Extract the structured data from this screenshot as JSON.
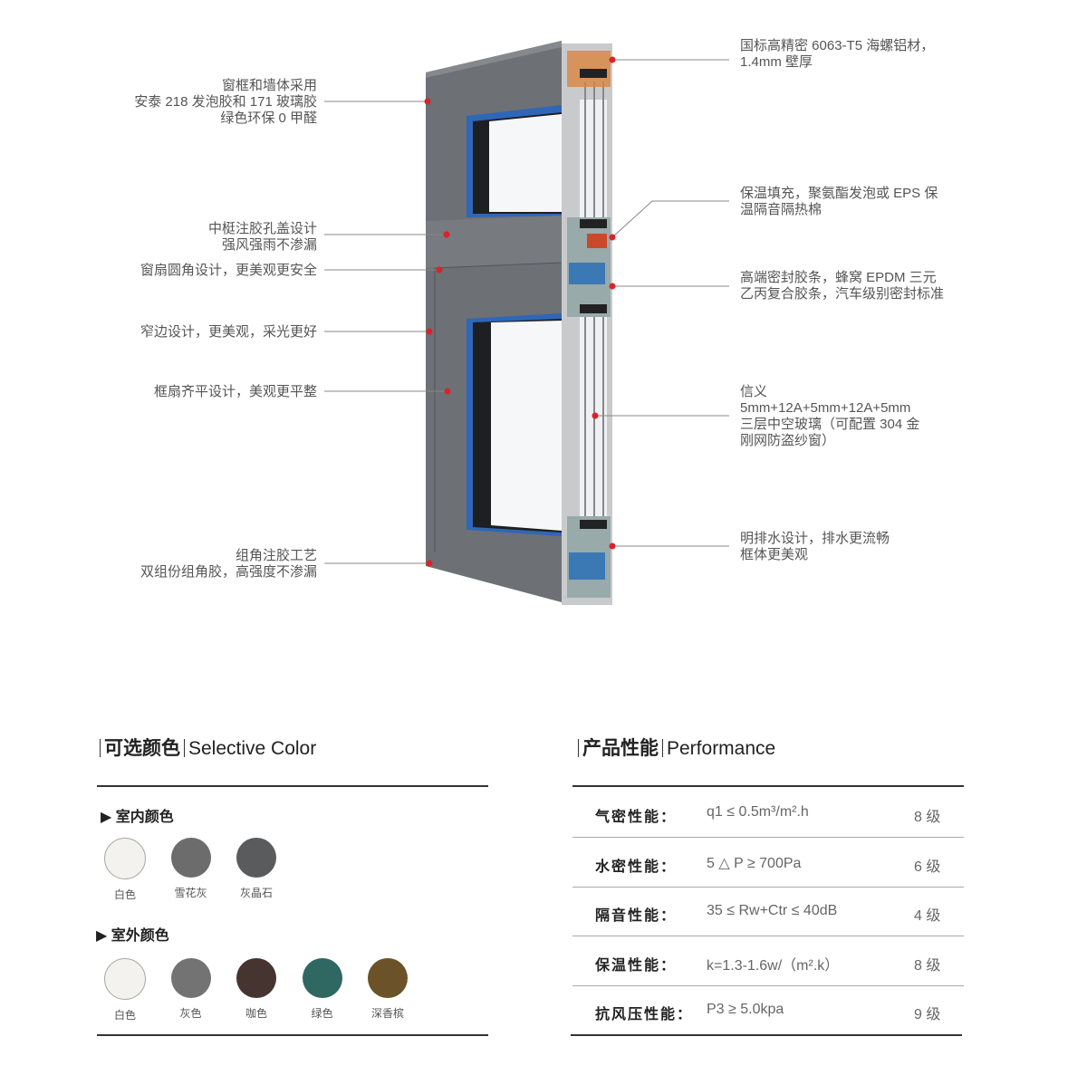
{
  "annotations_left": [
    {
      "lines": [
        "窗框和墙体采用",
        "安泰 218 发泡胶和 171 玻璃胶",
        "绿色环保 0 甲醛"
      ]
    },
    {
      "lines": [
        "中梃注胶孔盖设计",
        "强风强雨不渗漏"
      ]
    },
    {
      "lines": [
        "窗扇圆角设计，更美观更安全"
      ]
    },
    {
      "lines": [
        "窄边设计，更美观，采光更好"
      ]
    },
    {
      "lines": [
        "框扇齐平设计，美观更平整"
      ]
    },
    {
      "lines": [
        "组角注胶工艺",
        "双组份组角胶，高强度不渗漏"
      ]
    }
  ],
  "annotations_right": [
    {
      "lines": [
        "国标高精密 6063-T5 海螺铝材，",
        "1.4mm 壁厚"
      ]
    },
    {
      "lines": [
        "保温填充，聚氨酯发泡或 EPS 保",
        "温隔音隔热棉"
      ]
    },
    {
      "lines": [
        "高端密封胶条，蜂窝 EPDM 三元",
        "乙丙复合胶条，汽车级别密封标准"
      ]
    },
    {
      "lines": [
        "信义",
        "5mm+12A+5mm+12A+5mm",
        "三层中空玻璃（可配置 304 金",
        "刚网防盗纱窗）"
      ]
    },
    {
      "lines": [
        "明排水设计，排水更流畅",
        "框体更美观"
      ]
    }
  ],
  "colors_section": {
    "title_cn": "可选颜色",
    "title_en": "Selective Color",
    "indoor": {
      "label": "室内颜色",
      "swatches": [
        {
          "name": "白色",
          "color": "#f3f2ee"
        },
        {
          "name": "雪花灰",
          "color": "#6c6c6c"
        },
        {
          "name": "灰晶石",
          "color": "#5a5b5d"
        }
      ]
    },
    "outdoor": {
      "label": "室外颜色",
      "swatches": [
        {
          "name": "白色",
          "color": "#f3f2ee"
        },
        {
          "name": "灰色",
          "color": "#737373"
        },
        {
          "name": "咖色",
          "color": "#463430"
        },
        {
          "name": "绿色",
          "color": "#2f6762"
        },
        {
          "name": "深香槟",
          "color": "#6b5228"
        }
      ]
    }
  },
  "performance_section": {
    "title_cn": "产品性能",
    "title_en": "Performance",
    "rows": [
      {
        "name": "气密性能：",
        "value": "q1 ≤ 0.5m³/m².h",
        "grade": "8 级"
      },
      {
        "name": "水密性能：",
        "value": "5 △ P ≥ 700Pa",
        "grade": "6 级"
      },
      {
        "name": "隔音性能：",
        "value": "35 ≤ Rw+Ctr ≤ 40dB",
        "grade": "4 级"
      },
      {
        "name": "保温性能：",
        "value": "k=1.3-1.6w/（m².k）",
        "grade": "8 级"
      },
      {
        "name": "抗风压性能：",
        "value": "P3 ≥ 5.0kpa",
        "grade": "9 级"
      }
    ]
  },
  "accent_color": "#d8232a"
}
